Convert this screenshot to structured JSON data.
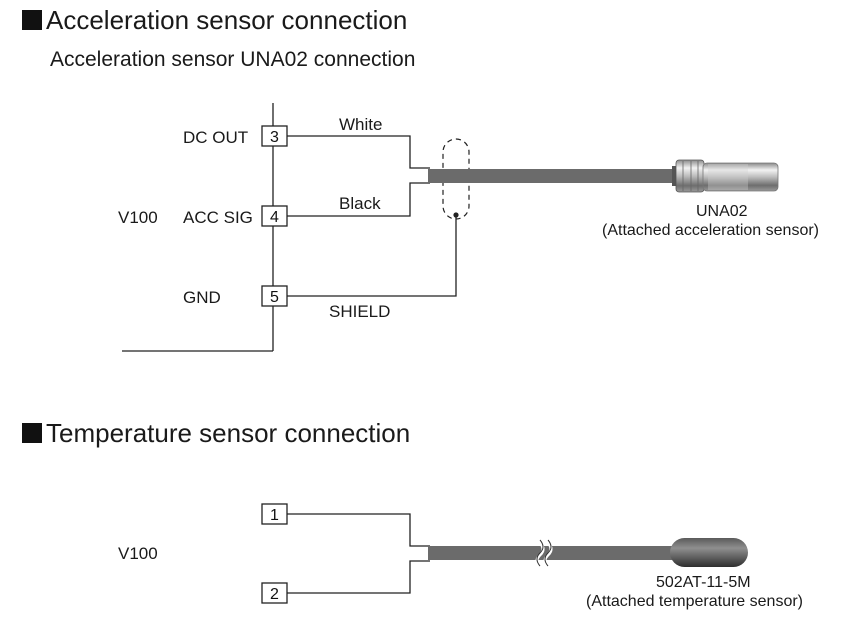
{
  "accel": {
    "heading": "Acceleration sensor connection",
    "subheading": "Acceleration sensor UNA02 connection",
    "device": "V100",
    "pins": [
      {
        "label": "DC OUT",
        "num": "3"
      },
      {
        "label": "ACC SIG",
        "num": "4"
      },
      {
        "label": "GND",
        "num": "5"
      }
    ],
    "wire_white": "White",
    "wire_black": "Black",
    "wire_shield": "SHIELD",
    "sensor_name": "UNA02",
    "sensor_desc": "(Attached acceleration sensor)"
  },
  "temp": {
    "heading": "Temperature sensor connection",
    "device": "V100",
    "pins": [
      {
        "num": "1"
      },
      {
        "num": "2"
      }
    ],
    "sensor_name": "502AT-11-5M",
    "sensor_desc": "(Attached temperature sensor)"
  },
  "colors": {
    "cable": "#6b6b6b",
    "line": "#222222"
  }
}
